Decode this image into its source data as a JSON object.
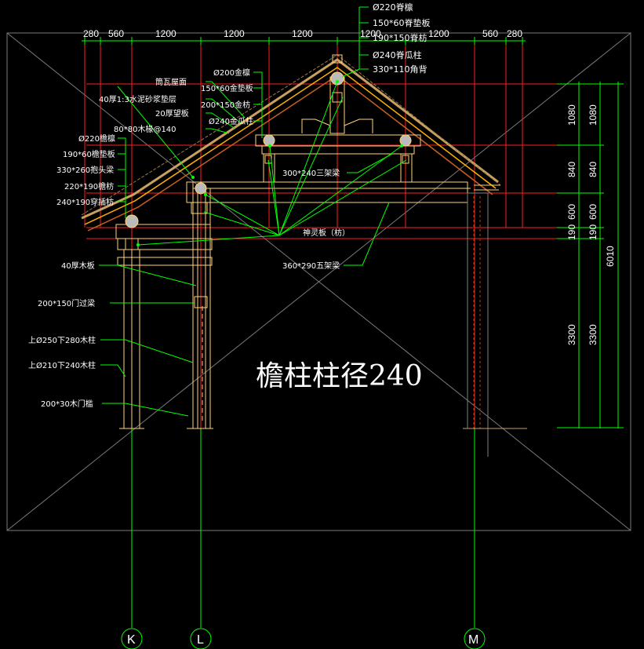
{
  "title": "檐柱柱径240",
  "top_dimensions": [
    "280",
    "560",
    "1200",
    "1200",
    "1200",
    "1200",
    "1200",
    "560",
    "280"
  ],
  "right_dimensions_inner": [
    "1080",
    "840",
    "600",
    "190",
    "3300"
  ],
  "right_dimensions_outer": [
    "1080",
    "840",
    "600",
    "190",
    "3300"
  ],
  "right_total": "6010",
  "ridge_labels": [
    "Ø220脊檩",
    "150*60脊垫板",
    "190*150脊枋",
    "Ø240脊瓜柱",
    "330*110角背"
  ],
  "roof_labels": [
    "筒瓦屋面",
    "40厚1:3水泥砂浆垫层",
    "20厚望板",
    "80*80木椽@140"
  ],
  "gold_labels": [
    "Ø200金檩",
    "150*60金垫板",
    "200*150金枋",
    "Ø240金瓜柱"
  ],
  "eave_labels": [
    "Ø220檐檩",
    "190*60檐垫板",
    "330*260抱头梁",
    "220*190檐枋",
    "240*190穿插枋"
  ],
  "beam_labels": {
    "three_beam": "300*240三架梁",
    "spirit_board": "神灵板（枋）",
    "five_beam": "360*290五架梁"
  },
  "lower_labels": [
    "40厚木板",
    "200*150门过梁",
    "上Ø250下280木柱",
    "上Ø210下240木柱",
    "200*30木门槛"
  ],
  "axis_labels": [
    "K",
    "L",
    "M"
  ],
  "colors": {
    "background": "#000000",
    "dimension": "#00ff00",
    "axis_red": "#ff2020",
    "structure": "#ffd27a",
    "roof": "#c8a060",
    "frame_gray": "#808080",
    "text": "#ffffff"
  }
}
